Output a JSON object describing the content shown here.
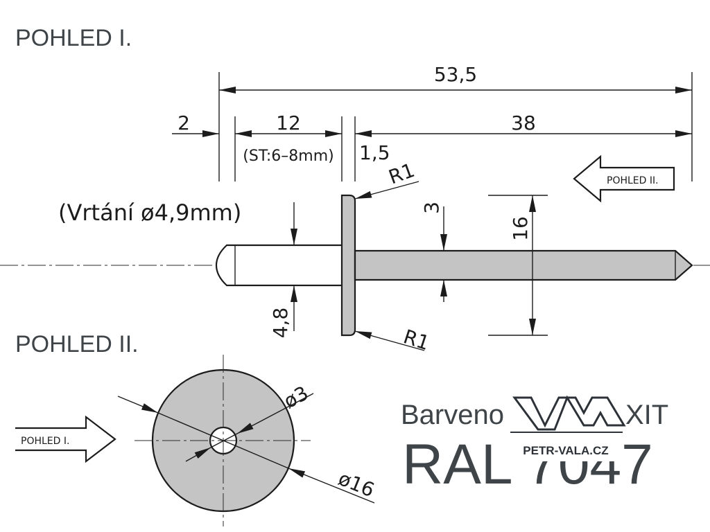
{
  "view1": {
    "title": "POHLED I.",
    "drill_note": "(Vrtání ø4,9mm)",
    "arrow_label": "POHLED II."
  },
  "view2": {
    "title": "POHLED II.",
    "arrow_label": "POHLED I."
  },
  "dimensions": {
    "total_length": "53,5",
    "head_offset": "2",
    "grip_length": "12",
    "grip_range": "(ST:6–8mm)",
    "head_thickness": "1,5",
    "mandrel_length": "38",
    "radius_top": "R1",
    "radius_bottom": "R1",
    "mandrel_dia": "3",
    "head_height": "16",
    "body_dia": "4,8",
    "hole_dia": "ø3",
    "head_dia": "ø16"
  },
  "brand": {
    "line1_text": "Barveno",
    "line1_end": "XIT",
    "ral": "RAL 7047",
    "logo_text": "PETR-VALA.CZ"
  },
  "colors": {
    "part_fill": "#c4c4c4",
    "line": "#1c1c1c",
    "heading": "#3e4448"
  }
}
